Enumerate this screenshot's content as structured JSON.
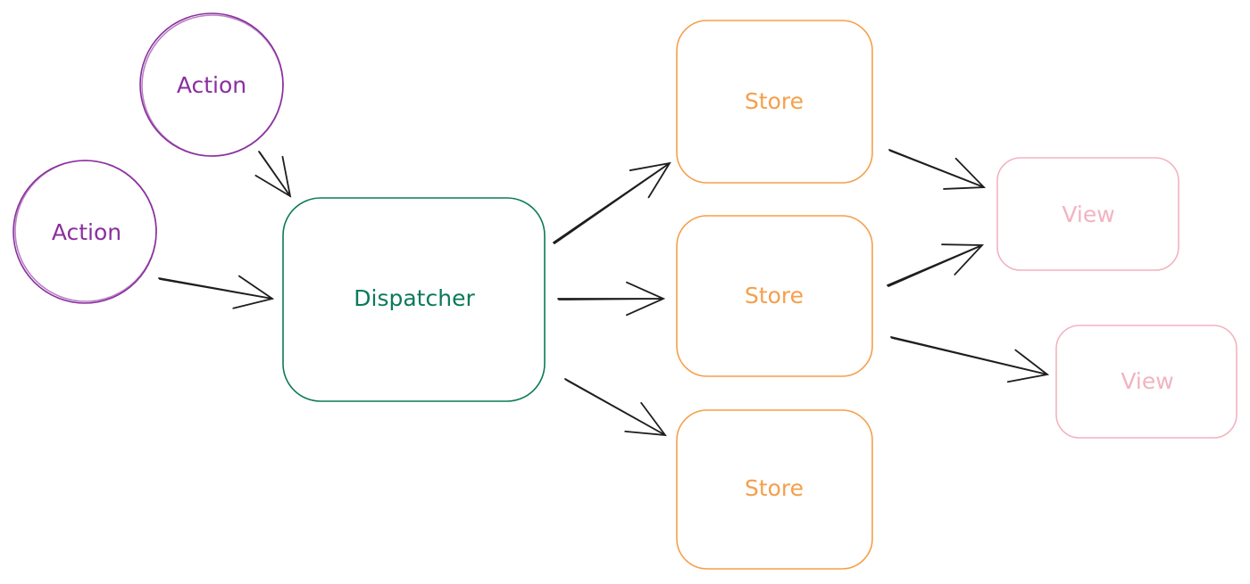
{
  "colors": {
    "action": "#8a2f9e",
    "dispatcher": "#0b7a5a",
    "store": "#f59f4a",
    "view": "#f2b3c0",
    "arrow": "#1e1e1e"
  },
  "nodes": {
    "action_top": "Action",
    "action_left": "Action",
    "dispatcher": "Dispatcher",
    "store_1": "Store",
    "store_2": "Store",
    "store_3": "Store",
    "view_1": "View",
    "view_2": "View"
  }
}
